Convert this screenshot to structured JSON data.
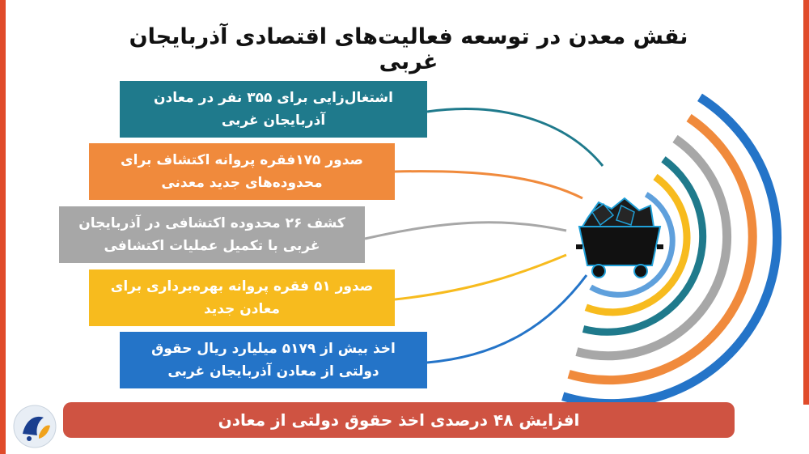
{
  "title": "نقش معدن در توسعه فعالیت‌های اقتصادی آذربایجان غربی",
  "items": [
    {
      "text": "اشتغال‌زایی برای ۳۵۵ نفر در معادن آذربایجان غربی",
      "color": "#1f7a8c"
    },
    {
      "text": "صدور ۱۷۵فقره پروانه اکتشاف برای محدوده‌های جدید معدنی",
      "color": "#f08a3c"
    },
    {
      "text": "کشف ۲۶ محدوده اکتشافی در آذربایجان غربی با تکمیل عملیات اکتشافی",
      "color": "#a7a7a7"
    },
    {
      "text": "صدور ۵۱ فقره پروانه بهره‌برداری برای معادن جدید",
      "color": "#f7bb1e"
    },
    {
      "text": "اخذ بیش از ۵۱۷۹ میلیارد ریال حقوق دولتی از معادن آذربایجان غربی",
      "color": "#2474c8"
    }
  ],
  "footer": "افزایش ۴۸ درصدی اخذ حقوق دولتی از معادن",
  "icons": {
    "center": "mine-cart-icon",
    "logo": "news-agency-logo"
  },
  "colors": {
    "edge": "#e04b2a",
    "footer_bg": "#cf5342"
  }
}
